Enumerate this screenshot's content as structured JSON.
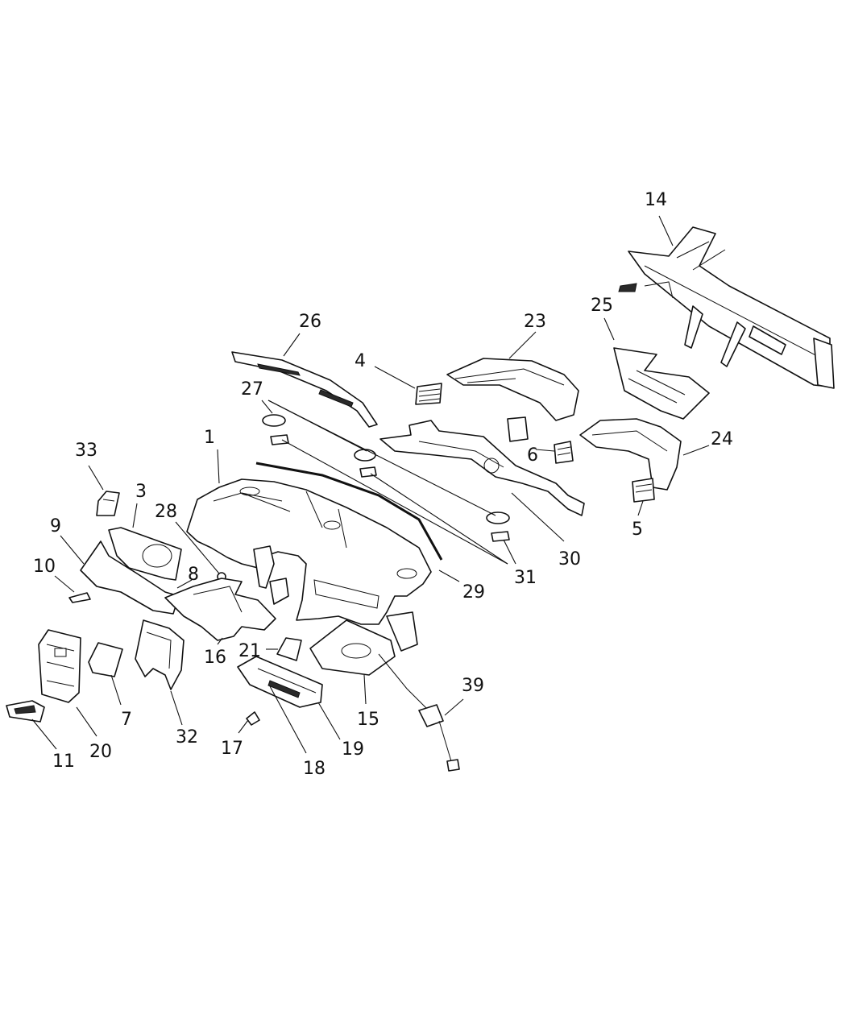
{
  "callouts": {
    "c1": "1",
    "c3": "3",
    "c4": "4",
    "c5": "5",
    "c6": "6",
    "c7": "7",
    "c8": "8",
    "c9": "9",
    "c10": "10",
    "c11": "11",
    "c14": "14",
    "c15": "15",
    "c16": "16",
    "c17": "17",
    "c18": "18",
    "c19": "19",
    "c20": "20",
    "c21": "21",
    "c23": "23",
    "c24": "24",
    "c25": "25",
    "c26": "26",
    "c27": "27",
    "c28": "28",
    "c29": "29",
    "c30": "30",
    "c31": "31",
    "c32": "32",
    "c33": "33",
    "c39": "39"
  }
}
